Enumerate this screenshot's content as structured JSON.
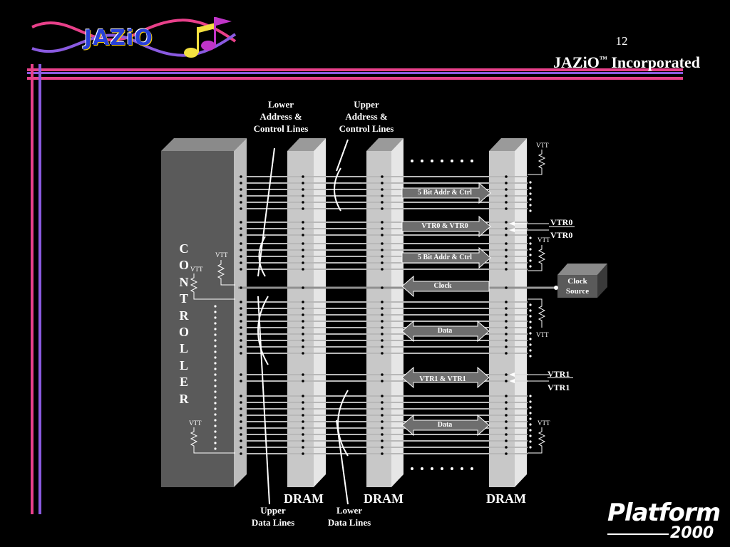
{
  "header": {
    "page_number": "12",
    "company": "JAZiO",
    "trademark": "™",
    "company_suffix": " Incorporated",
    "logo_text": "JAZiO"
  },
  "labels": {
    "lower_address_control": [
      "Lower",
      "Address &",
      "Control Lines"
    ],
    "upper_address_control": [
      "Upper",
      "Address &",
      "Control Lines"
    ],
    "upper_data_lines": [
      "Upper",
      "Data Lines"
    ],
    "lower_data_lines": [
      "Lower",
      "Data Lines"
    ]
  },
  "controller_letters": [
    "C",
    "O",
    "N",
    "T",
    "R",
    "O",
    "L",
    "L",
    "E",
    "R"
  ],
  "dram_labels": [
    "DRAM",
    "DRAM",
    "DRAM"
  ],
  "arrows": {
    "addr_ctrl_1": "5 Bit Addr & Ctrl",
    "vtr0": "VTR0 & VTR0",
    "addr_ctrl_2": "5 Bit Addr & Ctrl",
    "clock": "Clock",
    "data_1": "Data",
    "vtr1": "VTR1 & VTR1",
    "data_2": "Data"
  },
  "vtt_label": "VTT",
  "signals": {
    "vtr0_top": "VTR0",
    "vtr0_bottom": "VTR0",
    "vtr1_top": "VTR1",
    "vtr1_bottom": "VTR1"
  },
  "clock_source": [
    "Clock",
    "Source"
  ],
  "footer": {
    "platform": "Platform",
    "year": "2000"
  },
  "colors": {
    "background": "#000000",
    "stripe_pink": "#e8408a",
    "stripe_purple": "#8a5ae0",
    "bus_line": "#b8b8b8",
    "controller": "#5a5a5a",
    "dram_face": "#c8c8c8",
    "arrow_fill": "#6e6e6e"
  }
}
